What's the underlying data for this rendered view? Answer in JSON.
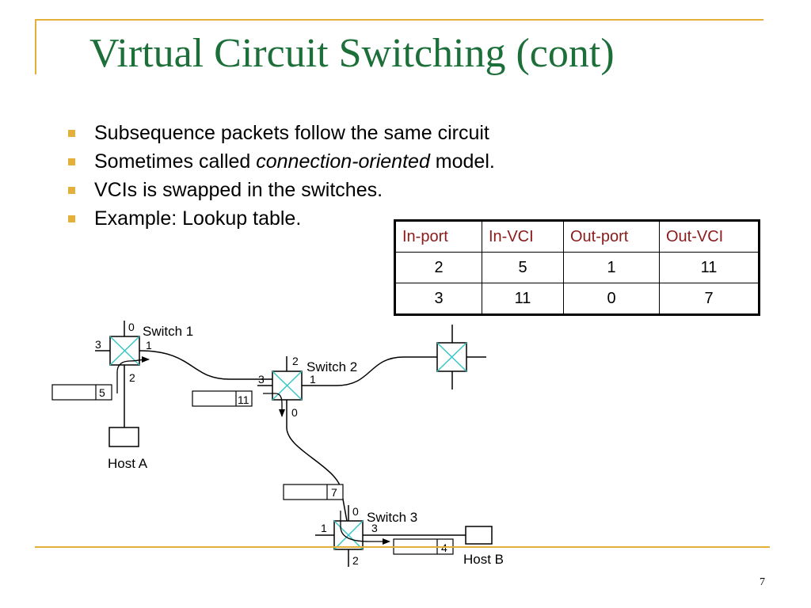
{
  "slide": {
    "title": "Virtual Circuit Switching (cont)",
    "page_number": "7",
    "accent_color": "#e3b13a",
    "title_color": "#1d6f3a"
  },
  "bullets": {
    "b1": "Subsequence packets follow the same circuit",
    "b2_pre": "Sometimes called ",
    "b2_em": "connection-oriented",
    "b2_post": " model.",
    "b3": "VCIs is swapped in the switches.",
    "b4": "Example: Lookup table."
  },
  "lookup_table": {
    "headers": [
      "In-port",
      "In-VCI",
      "Out-port",
      "Out-VCI"
    ],
    "rows": [
      [
        "2",
        "5",
        "1",
        "11"
      ],
      [
        "3",
        "11",
        "0",
        "7"
      ]
    ]
  },
  "diagram": {
    "switch1": {
      "label": "Switch 1",
      "port_top": "0",
      "port_left": "3",
      "port_right": "1",
      "port_bottom": "2"
    },
    "switch2": {
      "label": "Switch 2",
      "port_top": "2",
      "port_left": "3",
      "port_right": "1",
      "port_bottom": "0"
    },
    "switch3": {
      "label": "Switch 3",
      "port_top": "0",
      "port_left": "1",
      "port_right": "3",
      "port_bottom": "2"
    },
    "host_a": "Host A",
    "host_b": "Host B",
    "packet1_vci": "5",
    "packet2_vci": "11",
    "packet3_vci": "7",
    "packet4_vci": "4"
  }
}
